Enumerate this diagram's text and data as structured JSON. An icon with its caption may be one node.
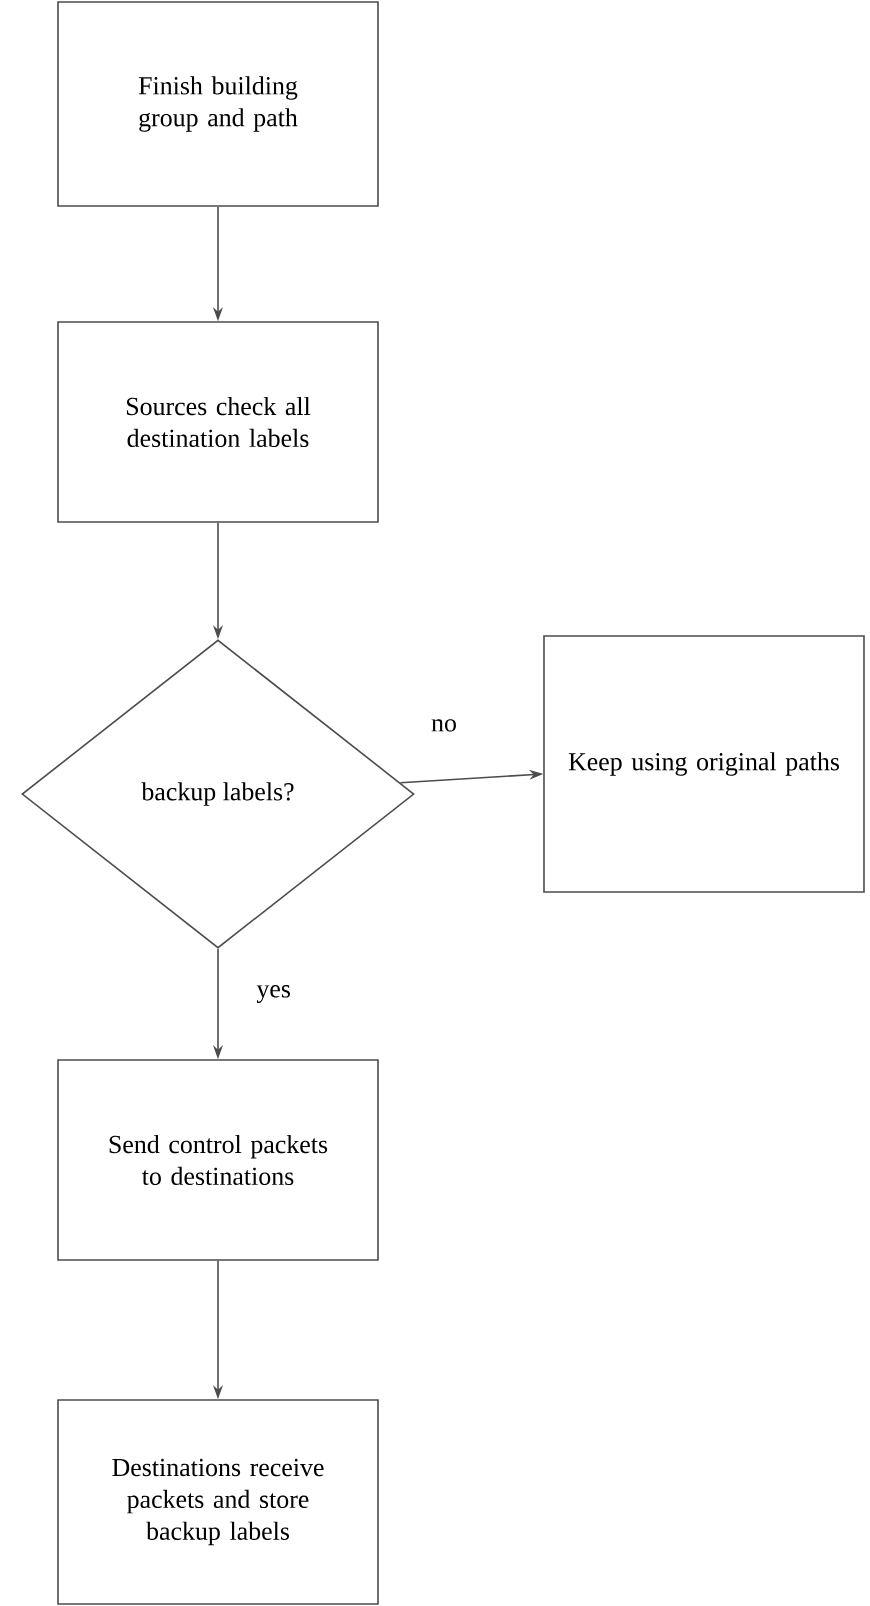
{
  "diagram": {
    "nodes": [
      {
        "text": [
          "Finish building group and path"
        ]
      },
      {
        "text": [
          "Sources check all destination labels"
        ]
      },
      {
        "text": [
          "backup labels?"
        ]
      },
      {
        "text": [
          "Keep using original paths"
        ]
      },
      {
        "text": [
          "Send control packets to destinations"
        ]
      },
      {
        "text": [
          "Destinations receive packets and store backup labels"
        ]
      }
    ],
    "edges": [
      {
        "from": 0,
        "to": 1,
        "arrow": "to"
      },
      {
        "from": 1,
        "to": 2,
        "arrow": "to"
      },
      {
        "from": 2,
        "to": 3,
        "arrow": "to",
        "label": "no"
      },
      {
        "from": 2,
        "to": 4,
        "arrow": "to",
        "label": "yes"
      },
      {
        "from": 4,
        "to": 5,
        "arrow": "to"
      }
    ]
  }
}
